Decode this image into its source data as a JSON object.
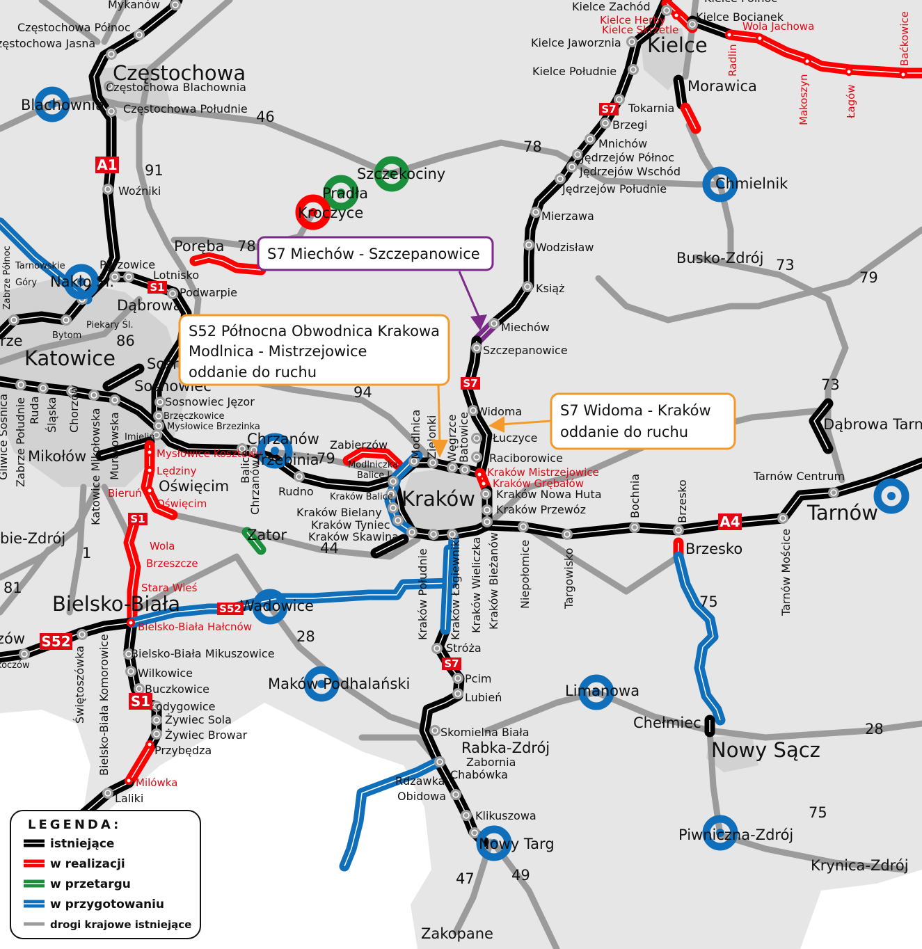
{
  "colors": {
    "existing": "#000000",
    "in_construction": "#ff0000",
    "tender": "#1a8f3c",
    "preparation": "#0f6fba",
    "national_road": "#9b9b9b",
    "background": "#e6e6e6",
    "callout_purple": "#7b2a8a",
    "callout_orange": "#f39a2a"
  },
  "places": [
    "Mykanów",
    "Częstochowa Północ",
    "zęstochowa Jasna",
    "Częstochowa",
    "Częstochowa Blachownia",
    "Blachownia",
    "Częstochowa Południe",
    "46",
    "91",
    "Woźniki",
    "Poręba",
    "78",
    "Pyrzowice",
    "Lotnisko",
    "Tarnowskie",
    "Góry",
    "Nakło Śl.",
    "Zabrze Północ",
    "Podwarpie",
    "Piekary Śl.",
    "Bytom",
    "rze",
    "86",
    "Dąbrowa",
    "Katowice",
    "Sosn",
    "Sosnowiec",
    "94",
    "Sosnowiec Jęzor",
    "Brzęczkowice",
    "Mysłowice Brzezinka",
    "Imielin",
    "Mysłowice Kosztowy",
    "Chrzanów",
    "Trzebinia",
    "79",
    "Zabierzów",
    "Modlniczka",
    "Balice I",
    "Kraków Balice",
    "Rudno",
    "Mikołów",
    "Lędziny",
    "Oświęcim",
    "Bieruń",
    "Oświęcim",
    "Wola",
    "Brzeszcze",
    "Stara Wieś",
    "Bielsko-Biała",
    "Wadowice",
    "Bielsko-Biała Hałcnów",
    "28",
    "zów",
    "koczów",
    "Bielsko-Biała Mikuszowice",
    "Wilkowice",
    "Buczkowice",
    "Łodygowice",
    "Żywiec Sola",
    "Żywiec Browar",
    "Przybędza",
    "Milówka",
    "Laliki",
    "Świętoszówka",
    "Bielsko-Biała Komorowice",
    "Gliwice Sośnica",
    "Zabrze Południe",
    "Ruda",
    "Śląska",
    "Chorzów",
    "Katowice Mikołowska",
    "Murckowska",
    "Balice",
    "Chrzanów",
    "Zator",
    "1",
    "bie-Zdrój",
    "81",
    "Kraków",
    "Kraków Bielany",
    "Kraków Tyniec",
    "Kraków Skawina",
    "44",
    "Modlnica",
    "Zielonki",
    "Węgrzce",
    "Batowice",
    "Widoma",
    "Łuczyce",
    "Raciborowice",
    "Kraków Mistrzejowice",
    "Kraków Grębałów",
    "Kraków Nowa Huta",
    "Kraków Przewóz",
    "Kraków Południe",
    "Kraków Łagiewniki",
    "Kraków Wieliczka",
    "Kraków Bieżanów",
    "Niepołomice",
    "Targowisko",
    "Bochnia",
    "Brzesko",
    "Brzesko",
    "Tarnów Centrum",
    "Tarnów",
    "Tarnów Mościce",
    "75",
    "Dąbrowa Tarn",
    "73",
    "79",
    "Busko-Zdrój",
    "73",
    "Chmielnik",
    "Szczekociny",
    "Pradła",
    "Kroczyce",
    "78",
    "Kielce Zachód",
    "Kielce Herby",
    "Kielce Skrzetle",
    "Kielce Bocianek",
    "Kielce Północ",
    "Kielce Jaworznia",
    "Kielce",
    "Wola Jachowa",
    "Radlin",
    "Makoszyn",
    "Łagów",
    "Baćkowice",
    "Kielce Południe",
    "Morawica",
    "Tokarnia",
    "Brzegi",
    "Mnichów",
    "Jędrzejów Północ",
    "Jędrzejów Wschód",
    "Jędrzejów Południe",
    "Mierzawa",
    "Wodzisław",
    "Książ",
    "Miechów",
    "Szczepanowice",
    "Stróża",
    "Pcim",
    "Lubień",
    "Skomielna Biała",
    "Rabka-Zdrój",
    "Zabornia",
    "Chabówka",
    "Rdzawka",
    "Obidowa",
    "Klikuszowa",
    "Nowy Targ",
    "47",
    "49",
    "Zakopane",
    "Maków Podhalański",
    "Limanowa",
    "Chełmiec",
    "Nowy Sącz",
    "28",
    "Piwniczna-Zdrój",
    "75",
    "Krynica-Zdrój"
  ],
  "shields": [
    "A1",
    "S1",
    "S1",
    "S52",
    "S52",
    "S1",
    "S7",
    "S7",
    "S7",
    "A4"
  ],
  "callouts": {
    "miechow": {
      "lines": [
        "S7 Miechów - Szczepanowice"
      ]
    },
    "s52": {
      "lines": [
        "S52 Północna Obwodnica Krakowa",
        "Modlnica - Mistrzejowice",
        "oddanie do ruchu"
      ]
    },
    "widoma": {
      "lines": [
        "S7 Widoma - Kraków",
        "oddanie do ruchu"
      ]
    }
  },
  "legend": {
    "title": "LEGENDA:",
    "items": [
      {
        "label": "istniejące",
        "status": "existing"
      },
      {
        "label": "w realizacji",
        "status": "in_construction"
      },
      {
        "label": "w przetargu",
        "status": "tender"
      },
      {
        "label": "w przygotowaniu",
        "status": "preparation"
      },
      {
        "label": "drogi krajowe istniejące",
        "status": "national_road"
      }
    ]
  }
}
